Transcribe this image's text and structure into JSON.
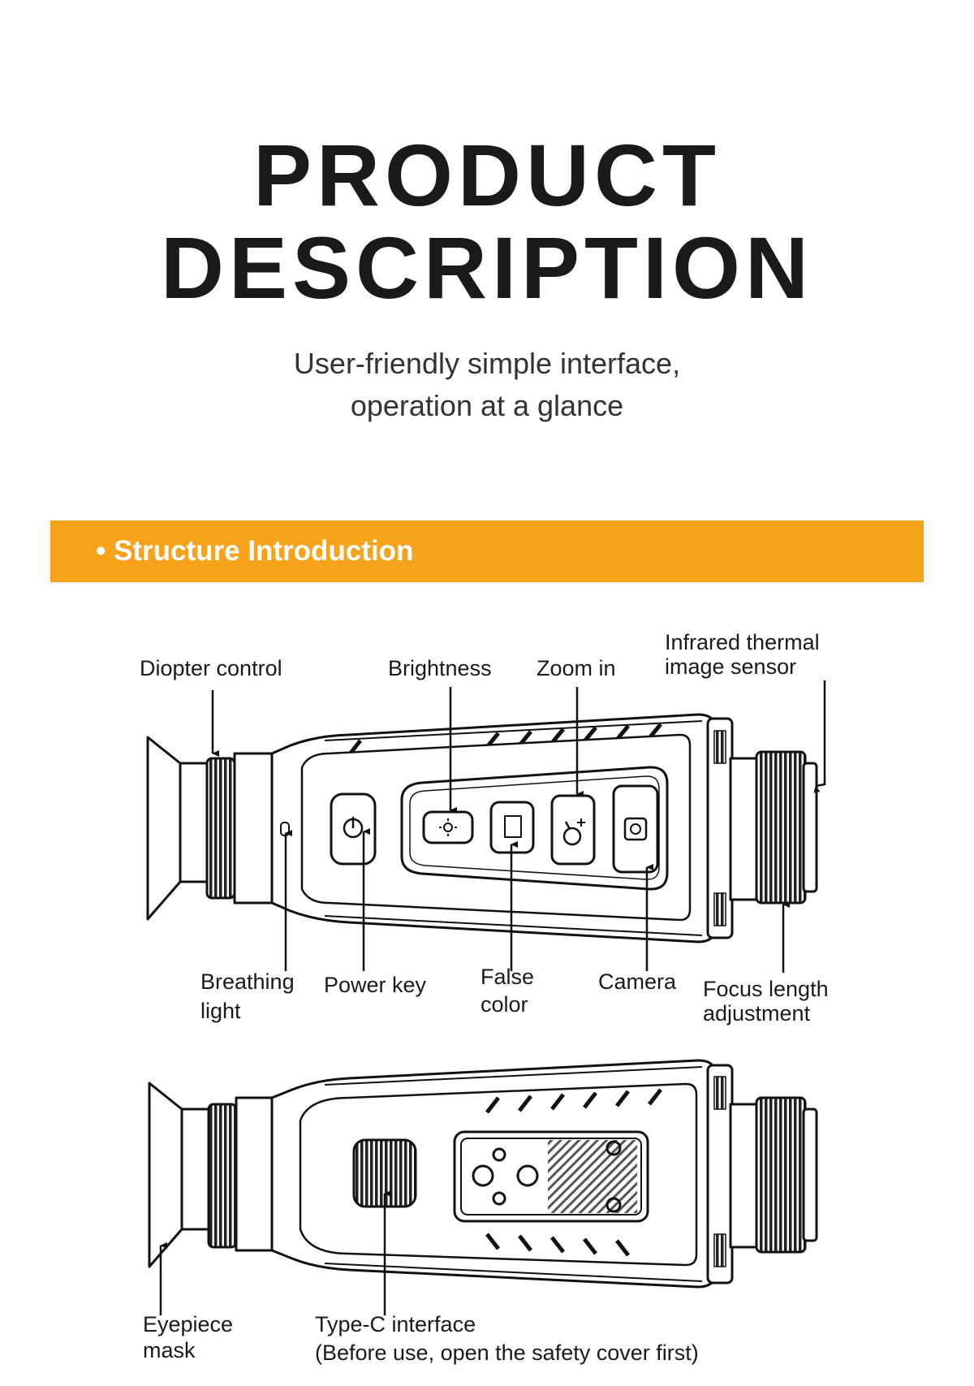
{
  "header": {
    "title_line1": "PRODUCT",
    "title_line2": "DESCRIPTION",
    "subtitle_line1": "User-friendly simple interface,",
    "subtitle_line2": "operation at a glance"
  },
  "section": {
    "label": "• Structure Introduction",
    "color": "#f7a21b"
  },
  "labels": {
    "diopter": "Diopter control",
    "brightness": "Brightness",
    "zoom": "Zoom in",
    "sensor_1": "Infrared thermal",
    "sensor_2": "image sensor",
    "breathing_1": "Breathing",
    "breathing_2": "light",
    "power": "Power key",
    "false_1": "False",
    "false_2": "color",
    "camera": "Camera",
    "focus_1": "Focus length",
    "focus_2": "adjustment",
    "eyepiece_1": "Eyepiece",
    "eyepiece_2": "mask",
    "typec_1": "Type-C interface",
    "typec_2": "(Before use, open the safety cover first)"
  }
}
